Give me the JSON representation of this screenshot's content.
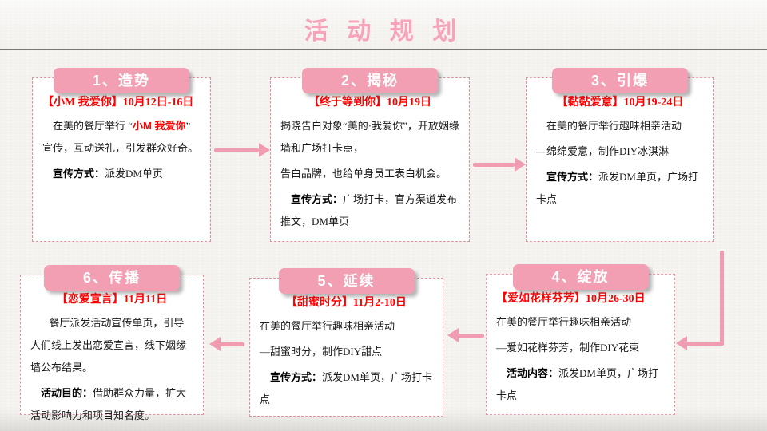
{
  "title": "活 动 规 划",
  "colors": {
    "accent_pink": "#f29fb4",
    "arrow_pink": "#f09cb1",
    "box_border": "#e8919e",
    "headline_red": "#ff0000",
    "title_pink": "#f7a3b9",
    "divider_gray": "#7a7a7a",
    "background": "#f6f5f2"
  },
  "boxes": [
    {
      "tab": "1、造势",
      "headline": "【小M 我爱你】10月12日-16日",
      "para1_pre": "在美的餐厅举行 “",
      "para1_red": "小M 我爱你",
      "para1_post": "” 宣传，互动送礼，引发群众好奇。",
      "label": "宣传方式：",
      "label_text": "派发DM单页"
    },
    {
      "tab": "2、揭秘",
      "headline": "【终于等到你】10月19日",
      "para1": "揭晓告白对象“美的·我爱你”，开放姻缘墙和广场打卡点，",
      "para2": "告白品牌，也给单身员工表白机会。",
      "label": "宣传方式：",
      "label_text": "广场打卡，官方渠道发布推文，DM单页"
    },
    {
      "tab": "3、引爆",
      "headline": "【黏黏爱意】10月19-24日",
      "para1": "在美的餐厅举行趣味相亲活动",
      "para2": "—绵绵爱意，制作DIY冰淇淋",
      "label": "宣传方式：",
      "label_text": "派发DM单页，广场打卡点"
    },
    {
      "tab": "4、绽放",
      "headline": "【爱如花样芬芳】10月26-30日",
      "para1": "在美的餐厅举行趣味相亲活动",
      "para2": "—爱如花样芬芳，制作DIY花束",
      "label": "活动内容：",
      "label_text": "派发DM单页，广场打卡点"
    },
    {
      "tab": "5、延续",
      "headline": "【甜蜜时分】11月2-10日",
      "para1": "在美的餐厅举行趣味相亲活动",
      "para2": "—甜蜜时分，制作DIY甜点",
      "label": "宣传方式：",
      "label_text": "派发DM单页，广场打卡点"
    },
    {
      "tab": "6、传播",
      "headline": "【恋爱宣言】11月11日",
      "para1": "餐厅派发活动宣传单页，引导人们线上发出恋爱宣言，线下姻缘墙公布结果。",
      "label": "活动目的：",
      "label_text": "借助群众力量，扩大活动影响力和项目知名度。"
    }
  ]
}
